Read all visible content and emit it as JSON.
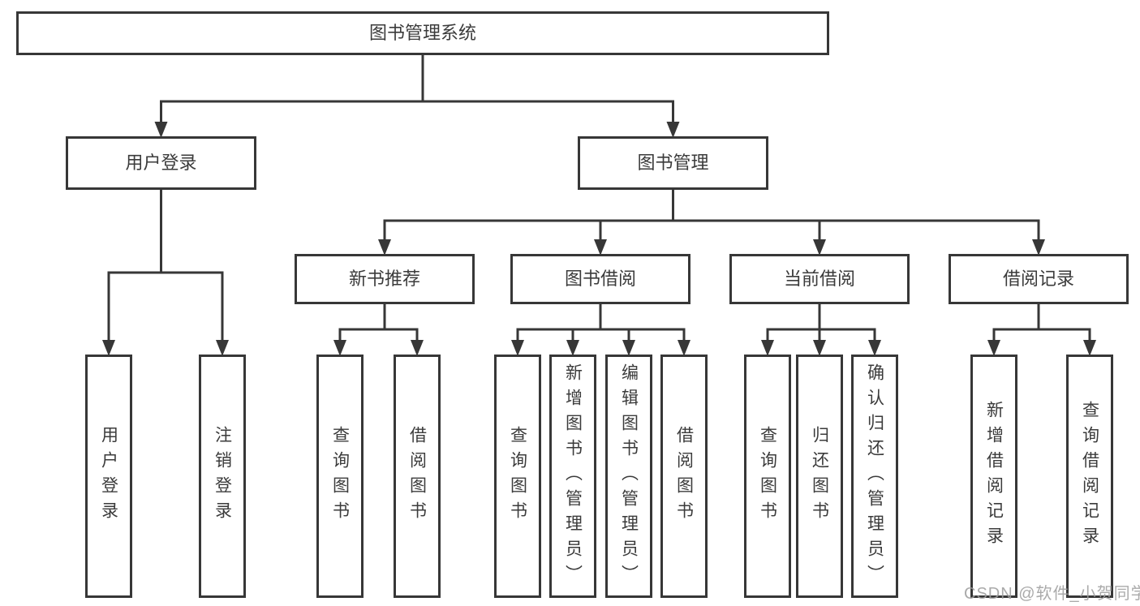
{
  "diagram": {
    "title": "图书管理系统",
    "watermark": "CSDN @软件_小贺同学",
    "root": {
      "id": "system",
      "label": "图书管理系统",
      "children": [
        {
          "id": "user-login",
          "label": "用户登录",
          "children": [
            {
              "id": "login-op",
              "label": "用户登录"
            },
            {
              "id": "logout-op",
              "label": "注销登录"
            }
          ]
        },
        {
          "id": "book-mgmt",
          "label": "图书管理",
          "children": [
            {
              "id": "new-book-rec",
              "label": "新书推荐",
              "children": [
                {
                  "id": "query-books-1",
                  "label": "查询图书"
                },
                {
                  "id": "borrow-books-1",
                  "label": "借阅图书"
                }
              ]
            },
            {
              "id": "book-borrow",
              "label": "图书借阅",
              "children": [
                {
                  "id": "query-books-2",
                  "label": "查询图书"
                },
                {
                  "id": "add-books",
                  "label": "新增图书（管理员）"
                },
                {
                  "id": "edit-books",
                  "label": "编辑图书（管理员）"
                },
                {
                  "id": "borrow-books-2",
                  "label": "借阅图书"
                }
              ]
            },
            {
              "id": "current-borrow",
              "label": "当前借阅",
              "children": [
                {
                  "id": "query-books-3",
                  "label": "查询图书"
                },
                {
                  "id": "return-books",
                  "label": "归还图书"
                },
                {
                  "id": "confirm-return",
                  "label": "确认归还（管理员）"
                }
              ]
            },
            {
              "id": "borrow-records",
              "label": "借阅记录",
              "children": [
                {
                  "id": "add-borrow-record",
                  "label": "新增借阅记录"
                },
                {
                  "id": "query-borrow-record",
                  "label": "查询借阅记录"
                }
              ]
            }
          ]
        }
      ]
    }
  },
  "colors": {
    "line": "#373737",
    "text": "#3b3b3b",
    "background": "#ffffff",
    "watermark": "#9e9e9e"
  }
}
